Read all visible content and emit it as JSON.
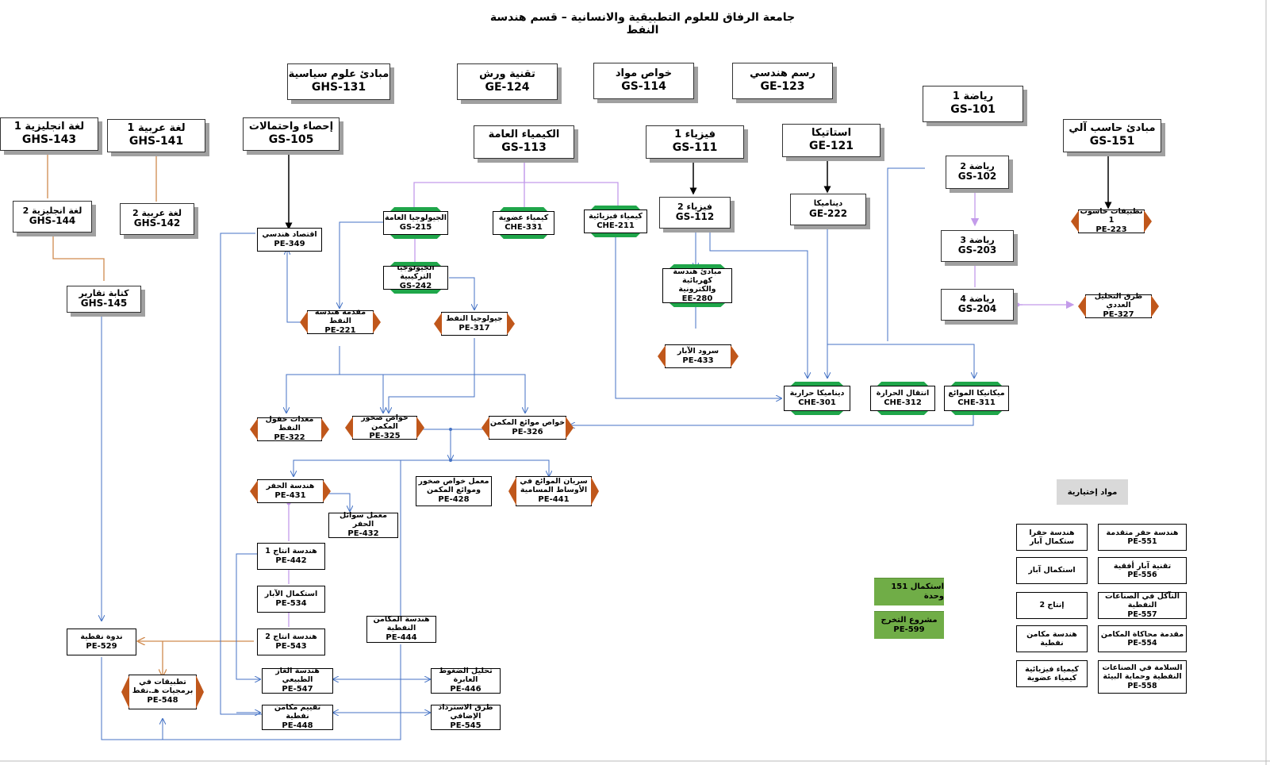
{
  "title": "جامعة الرفاق للعلوم التطبيقية والانسانية –  قسم هندسة النفط",
  "courses": {
    "ghs131": {
      "name": "مبادئ علوم سياسية",
      "code": "GHS-131"
    },
    "ge124": {
      "name": "تقنية ورش",
      "code": "GE-124"
    },
    "gs114": {
      "name": "خواص مواد",
      "code": "GS-114"
    },
    "ge123": {
      "name": "رسم هندسي",
      "code": "GE-123"
    },
    "gs101": {
      "name": "رياضة 1",
      "code": "GS-101"
    },
    "ghs143": {
      "name": "لغة انجليزية 1",
      "code": "GHS-143"
    },
    "ghs141": {
      "name": "لغة عربية 1",
      "code": "GHS-141"
    },
    "gs105": {
      "name": "إحصاء واحتمالات",
      "code": "GS-105"
    },
    "gs113": {
      "name": "الكيمياء العامة",
      "code": "GS-113"
    },
    "gs111": {
      "name": "فيزياء 1",
      "code": "GS-111"
    },
    "ge121": {
      "name": "استاتيكا",
      "code": "GE-121"
    },
    "gs151": {
      "name": "مبادئ حاسب آلي",
      "code": "GS-151"
    },
    "gs102": {
      "name": "رياضة 2",
      "code": "GS-102"
    },
    "ghs144": {
      "name": "لغة انجليزية 2",
      "code": "GHS-144"
    },
    "ghs142": {
      "name": "لغة عربية 2",
      "code": "GHS-142"
    },
    "pe349": {
      "name": "اقتصاد هندسي",
      "code": "PE-349"
    },
    "gs215": {
      "name": "الجيولوجيا العامة",
      "code": "GS-215"
    },
    "che331": {
      "name": "كيمياء عضوية",
      "code": "CHE-331"
    },
    "che211": {
      "name": "كيمياء فيزيائية",
      "code": "CHE-211"
    },
    "gs112": {
      "name": "فيزياء 2",
      "code": "GS-112"
    },
    "ge222": {
      "name": "ديناميكا",
      "code": "GE-222"
    },
    "pe223": {
      "name": "تطبيقات حاسوب 1",
      "code": "PE-223"
    },
    "gs203": {
      "name": "رياضة 3",
      "code": "GS-203"
    },
    "gs242": {
      "name": "الجيولوجيا التركيبية",
      "code": "GS-242"
    },
    "ee280": {
      "name": "مبادئ هندسة كهربائية والكترونية",
      "code": "EE-280"
    },
    "ghs145": {
      "name": "كتابة تقارير",
      "code": "GHS-145"
    },
    "gs204": {
      "name": "رياضة 4",
      "code": "GS-204"
    },
    "pe327": {
      "name": "طرق التحليل العددي",
      "code": "PE-327"
    },
    "pe221": {
      "name": "مقدمة هندسة النفط",
      "code": "PE-221"
    },
    "pe317": {
      "name": "جيولوجيا النفط",
      "code": "PE-317"
    },
    "pe433": {
      "name": "سرود الآبار",
      "code": "PE-433"
    },
    "che301": {
      "name": "ديناميكا حرارية",
      "code": "CHE-301"
    },
    "che312": {
      "name": "انتقال الحرارة",
      "code": "CHE-312"
    },
    "che311": {
      "name": "ميكانيكا الموائع",
      "code": "CHE-311"
    },
    "pe322": {
      "name": "معدات حقول النفط",
      "code": "PE-322"
    },
    "pe325": {
      "name": "خواص صخور المكمن",
      "code": "PE-325"
    },
    "pe326": {
      "name": "خواص موائع المكمن",
      "code": "PE-326"
    },
    "pe431": {
      "name": "هندسة الحفر",
      "code": "PE-431"
    },
    "pe428": {
      "name": "معمل خواص صخور وموائع المكمن",
      "code": "PE-428"
    },
    "pe441": {
      "name": "سريان الموائع في الأوساط المسامية",
      "code": "PE-441"
    },
    "pe432": {
      "name": "معمل سوائل الحفر",
      "code": "PE-432"
    },
    "pe442": {
      "name": "هندسة انتاج 1",
      "code": "PE-442"
    },
    "pe534": {
      "name": "استكمال الآبار",
      "code": "PE-534"
    },
    "pe543": {
      "name": "هندسة انتاج 2",
      "code": "PE-543"
    },
    "pe444": {
      "name": "هندسة المكامن النفطية",
      "code": "PE-444"
    },
    "pe529": {
      "name": "ندوة نفطية",
      "code": "PE-529"
    },
    "pe548": {
      "name": "تطبيقات في برمجيات هـ.نفط",
      "code": "PE-548"
    },
    "pe547": {
      "name": "هندسة الغاز الطبيعي",
      "code": "PE-547"
    },
    "pe446": {
      "name": "تحليل الضغوط العابرة",
      "code": "PE-446"
    },
    "pe448": {
      "name": "تقييم مكامن نفطية",
      "code": "PE-448"
    },
    "pe545": {
      "name": "طرق الاسترداد الإضافي",
      "code": "PE-545"
    }
  },
  "electives": {
    "header": "مواد إختيارية",
    "left": [
      {
        "name": "هندسة حفر متقدمة",
        "code": "PE-551"
      },
      {
        "name": "تقنية آبار أفقية",
        "code": "PE-556"
      },
      {
        "name": "التآكل في الصناعات النفطية",
        "code": "PE-557"
      },
      {
        "name": "مقدمة محاكاة المكامن",
        "code": "PE-554"
      },
      {
        "name": "السلامة في الصناعات النفطية وحماية البيئة",
        "code": "PE-558"
      }
    ],
    "right": [
      {
        "name": "هندسة حفرا ستكمال آبار"
      },
      {
        "name": "استكمال آبار"
      },
      {
        "name": "إنتاج 2"
      },
      {
        "name": "هندسة مكامن نفطية"
      },
      {
        "name": "كيمياء فيزيائية كيمياء عضوية"
      }
    ]
  },
  "totals": {
    "credits": "استكمال 151 وحدة",
    "project_name": "مشروع التخرج",
    "project_code": "PE-599"
  },
  "colors": {
    "blue": "#4472c4",
    "purple": "#c39bea",
    "orange": "#d08a4e",
    "black": "#000000",
    "green": "#1fa64a",
    "orange_tab": "#c0571b"
  }
}
